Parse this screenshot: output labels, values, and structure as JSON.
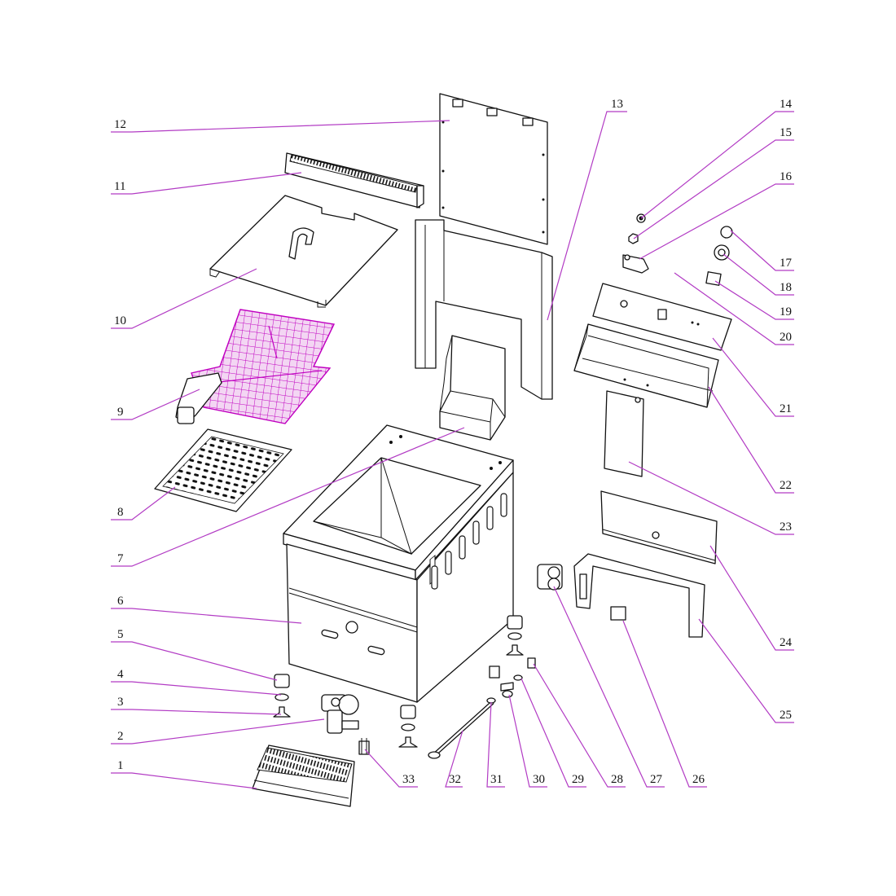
{
  "diagram": {
    "type": "exploded-parts-diagram",
    "accent_color": "#b23bc4",
    "labels": {
      "p1": "1",
      "p2": "2",
      "p3": "3",
      "p4": "4",
      "p5": "5",
      "p6": "6",
      "p7": "7",
      "p8": "8",
      "p9": "9",
      "p10": "10",
      "p11": "11",
      "p12": "12",
      "p13": "13",
      "p14": "14",
      "p15": "15",
      "p16": "16",
      "p17": "17",
      "p18": "18",
      "p19": "19",
      "p20": "20",
      "p21": "21",
      "p22": "22",
      "p23": "23",
      "p24": "24",
      "p25": "25",
      "p26": "26",
      "p27": "27",
      "p28": "28",
      "p29": "29",
      "p30": "30",
      "p31": "31",
      "p32": "32",
      "p33": "33"
    }
  }
}
